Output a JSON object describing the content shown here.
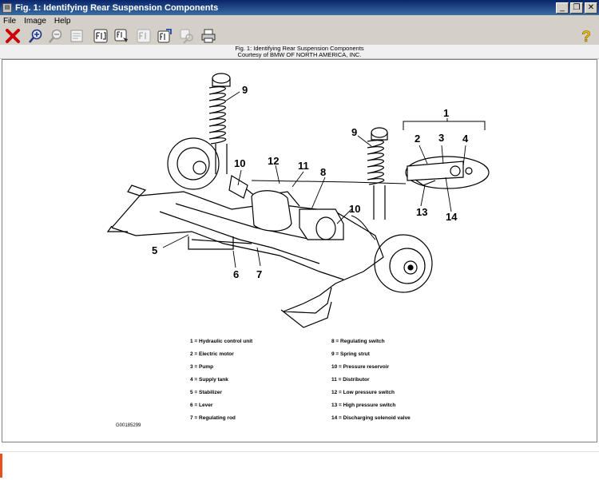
{
  "window": {
    "title": "Fig. 1: Identifying Rear Suspension Components"
  },
  "menu": [
    "File",
    "Image",
    "Help"
  ],
  "caption": {
    "line1": "Fig. 1: Identifying Rear Suspension Components",
    "line2": "Courtesy of BMW OF NORTH AMERICA, INC."
  },
  "labels": {
    "l1": "1",
    "l2": "2",
    "l3": "3",
    "l4": "4",
    "l5": "5",
    "l6": "6",
    "l7": "7",
    "l8": "8",
    "l9a": "9",
    "l9b": "9",
    "l10a": "10",
    "l10b": "10",
    "l11": "11",
    "l12": "12",
    "l13": "13",
    "l14": "14"
  },
  "legend_left": [
    "1 = Hydraulic control unit",
    "2 = Electric motor",
    "3 = Pump",
    "4 = Supply tank",
    "5 = Stabilizer",
    "6 = Lever",
    "7 = Regulating rod"
  ],
  "legend_right": [
    "8 = Regulating switch",
    "9 = Spring strut",
    "10 = Pressure reservoir",
    "11 = Distributor",
    "12 = Low pressure switch",
    "13 = High pressure switch",
    "14 = Discharging solenoid valve"
  ],
  "figure_code": "G00185299",
  "icons": [
    "close-x-icon",
    "zoom-in-icon",
    "zoom-out-icon",
    "page-icon",
    "fig-icon",
    "fig-hand-icon",
    "fig-dim-icon",
    "fig-export-icon",
    "fig-zoom-icon",
    "printer-icon",
    "help-icon"
  ],
  "colors": {
    "titlebar": "#0a246a",
    "close_red": "#cc0000",
    "help_yellow": "#f0c000"
  }
}
